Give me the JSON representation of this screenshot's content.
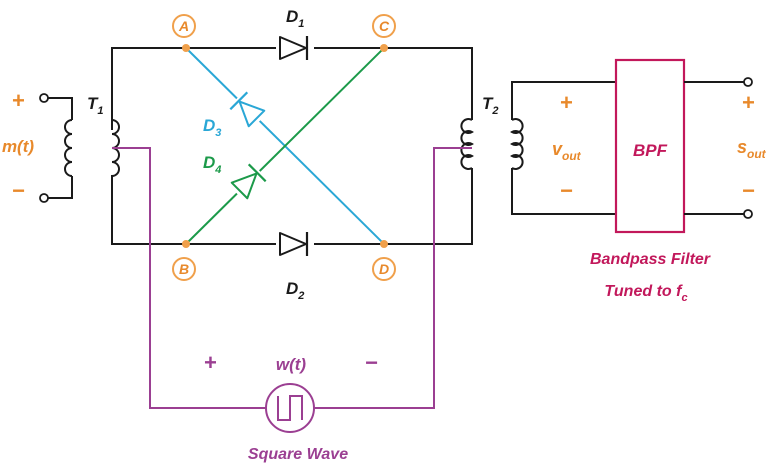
{
  "colors": {
    "wire": "#1a1a1a",
    "d3": "#2aa7d6",
    "d4": "#1c9a4a",
    "square_wave": "#9b3f92",
    "bpf": "#c2185b",
    "node": "#f0a04b",
    "label_orange": "#e8892b"
  },
  "nodes": {
    "a": "A",
    "b": "B",
    "c": "C",
    "d": "D"
  },
  "diodes": {
    "d1_main": "D",
    "d1_sub": "1",
    "d2_main": "D",
    "d2_sub": "2",
    "d3_main": "D",
    "d3_sub": "3",
    "d4_main": "D",
    "d4_sub": "4"
  },
  "transformers": {
    "t1_main": "T",
    "t1_sub": "1",
    "t2_main": "T",
    "t2_sub": "2"
  },
  "input": {
    "plus": "+",
    "minus": "−",
    "label": "m(t)"
  },
  "vout": {
    "plus": "+",
    "minus": "−",
    "main": "v",
    "sub": "out"
  },
  "sout": {
    "plus": "+",
    "minus": "−",
    "main": "s",
    "sub": "out"
  },
  "bpf": {
    "box_label": "BPF",
    "caption_line1": "Bandpass Filter",
    "caption_line2_main": "Tuned to f",
    "caption_line2_sub": "c"
  },
  "square_wave": {
    "label": "w(t)",
    "plus": "+",
    "minus": "−",
    "caption": "Square Wave"
  },
  "icons": [
    "square-wave-source-icon",
    "diode-icon",
    "transformer-coil-icon",
    "terminal-icon"
  ]
}
